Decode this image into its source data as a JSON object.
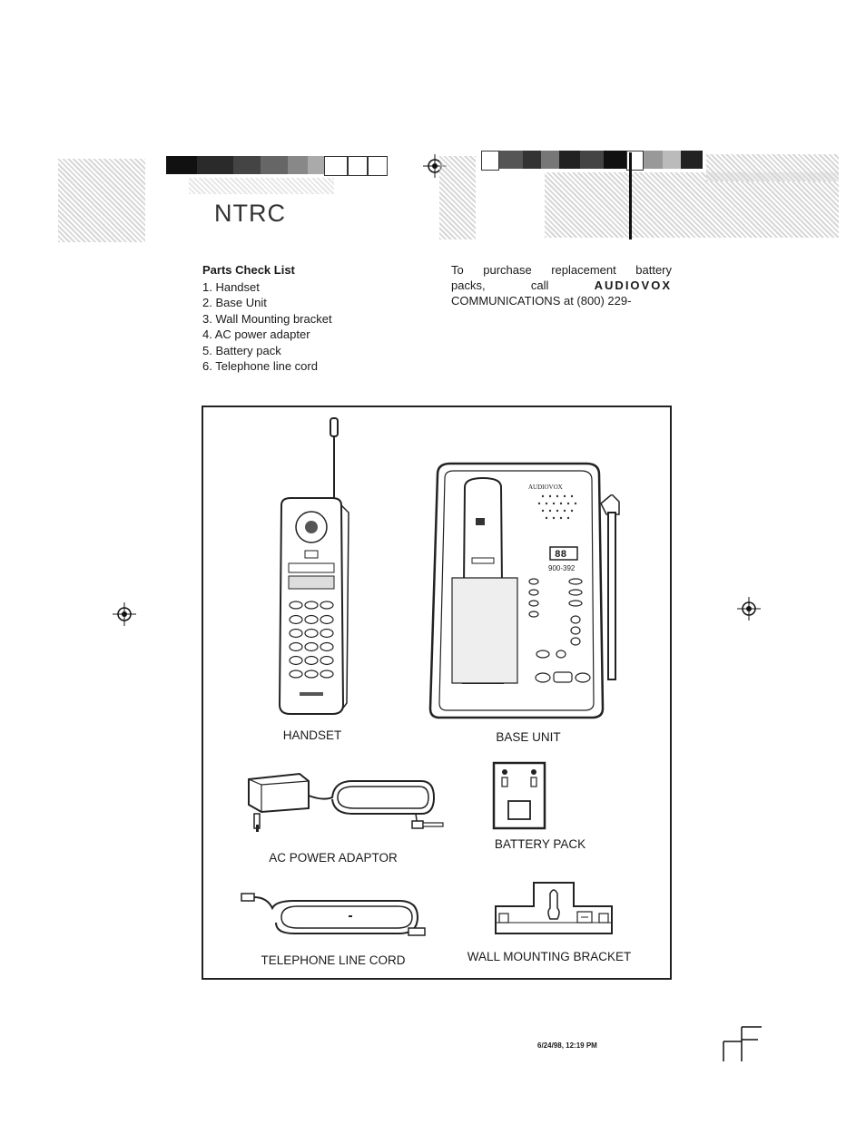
{
  "header": {
    "fragment_text": "NTRC"
  },
  "parts": {
    "title": "Parts Check List",
    "items": [
      "1.  Handset",
      "2.  Base Unit",
      "3.  Wall Mounting bracket",
      "4.  AC power adapter",
      "5.  Battery pack",
      "6.  Telephone line cord"
    ]
  },
  "purchase": {
    "line1": "To purchase replacement battery",
    "line2_a": "packs,",
    "line2_b": "call",
    "line2_c": "AUDIOVOX",
    "line3": "COMMUNICATIONS at (800) 229-"
  },
  "figure": {
    "captions": {
      "handset": "HANDSET",
      "base": "BASE UNIT",
      "adaptor": "AC POWER ADAPTOR",
      "battery": "BATTERY PACK",
      "cord": "TELEPHONE LINE CORD",
      "bracket": "WALL MOUNTING BRACKET"
    },
    "labels": {
      "base_brand": "AUDIOVOX",
      "base_model": "900-392",
      "base_display": "88"
    }
  },
  "footer": {
    "timestamp": "6/24/98, 12:19 PM"
  }
}
